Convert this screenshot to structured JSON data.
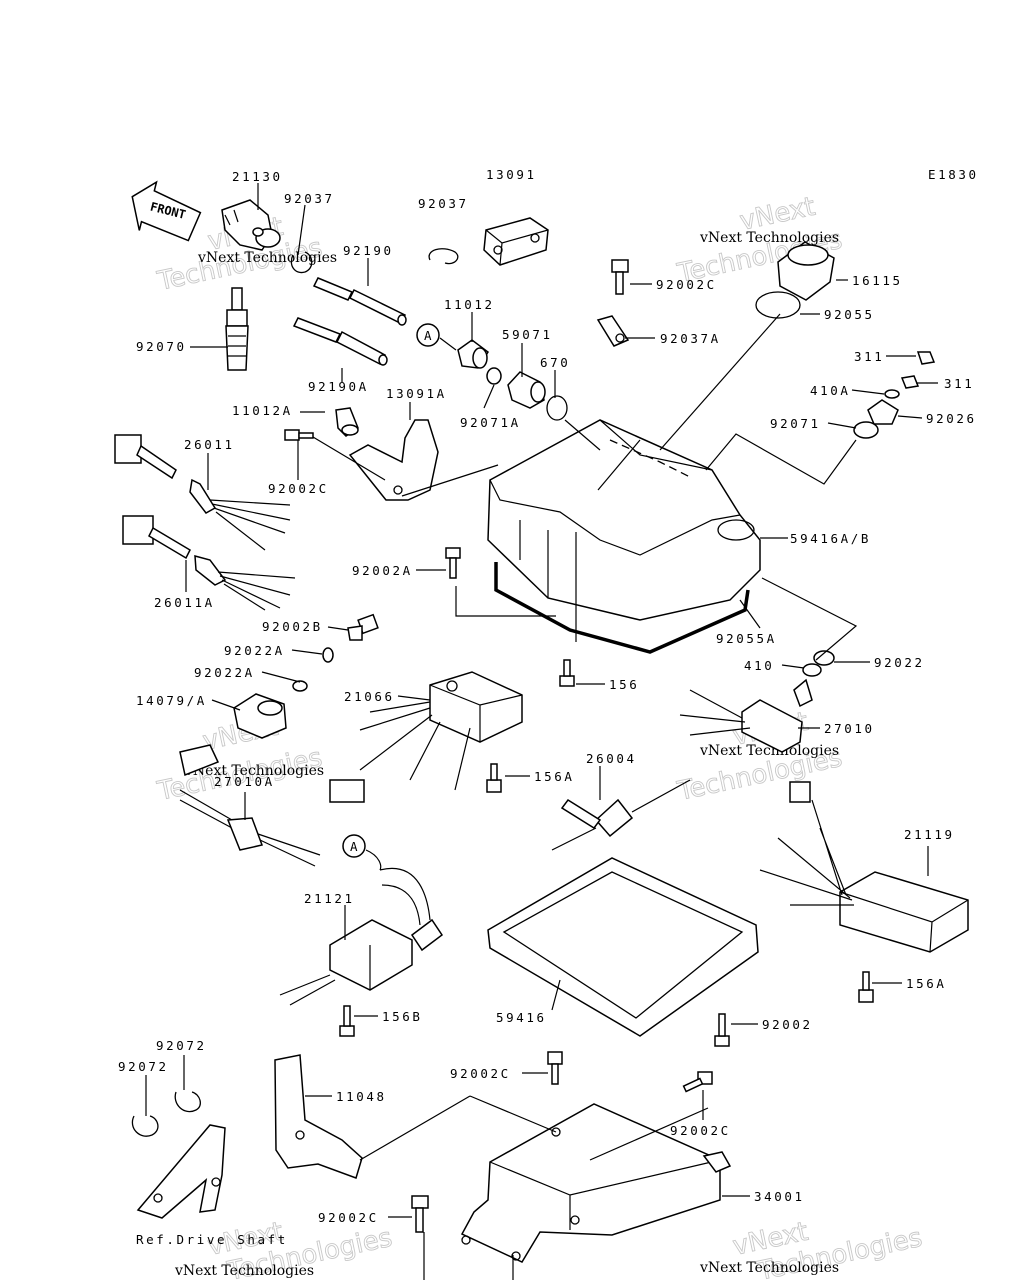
{
  "diagram": {
    "code": "E1830",
    "front_label": "FRONT",
    "ref_label": "Ref.Drive Shaft",
    "callout_a": "A",
    "callout_a2": "A",
    "watermark_small": "vNext Technologies",
    "watermark_big_1": "vNext",
    "watermark_big_2": "Technologies",
    "parts": [
      {
        "number": "21130"
      },
      {
        "number": "92037"
      },
      {
        "number": "92037"
      },
      {
        "number": "13091"
      },
      {
        "number": "92190"
      },
      {
        "number": "92070"
      },
      {
        "number": "11012"
      },
      {
        "number": "59071"
      },
      {
        "number": "670"
      },
      {
        "number": "92190A"
      },
      {
        "number": "13091A"
      },
      {
        "number": "11012A"
      },
      {
        "number": "92071A"
      },
      {
        "number": "26011"
      },
      {
        "number": "92002C"
      },
      {
        "number": "26011A"
      },
      {
        "number": "92002A"
      },
      {
        "number": "92002B"
      },
      {
        "number": "92022A"
      },
      {
        "number": "92022A"
      },
      {
        "number": "14079/A"
      },
      {
        "number": "21066"
      },
      {
        "number": "156"
      },
      {
        "number": "156A"
      },
      {
        "number": "26004"
      },
      {
        "number": "27010A"
      },
      {
        "number": "21121"
      },
      {
        "number": "156B"
      },
      {
        "number": "59416"
      },
      {
        "number": "92002"
      },
      {
        "number": "92002C"
      },
      {
        "number": "92037A"
      },
      {
        "number": "16115"
      },
      {
        "number": "92055"
      },
      {
        "number": "311"
      },
      {
        "number": "311"
      },
      {
        "number": "410A"
      },
      {
        "number": "92026"
      },
      {
        "number": "92071"
      },
      {
        "number": "59416A/B"
      },
      {
        "number": "92055A"
      },
      {
        "number": "410"
      },
      {
        "number": "92022"
      },
      {
        "number": "27010"
      },
      {
        "number": "21119"
      },
      {
        "number": "156A"
      },
      {
        "number": "92072"
      },
      {
        "number": "92072"
      },
      {
        "number": "11048"
      },
      {
        "number": "92002C"
      },
      {
        "number": "92002C"
      },
      {
        "number": "34001"
      },
      {
        "number": "92002C"
      }
    ]
  }
}
